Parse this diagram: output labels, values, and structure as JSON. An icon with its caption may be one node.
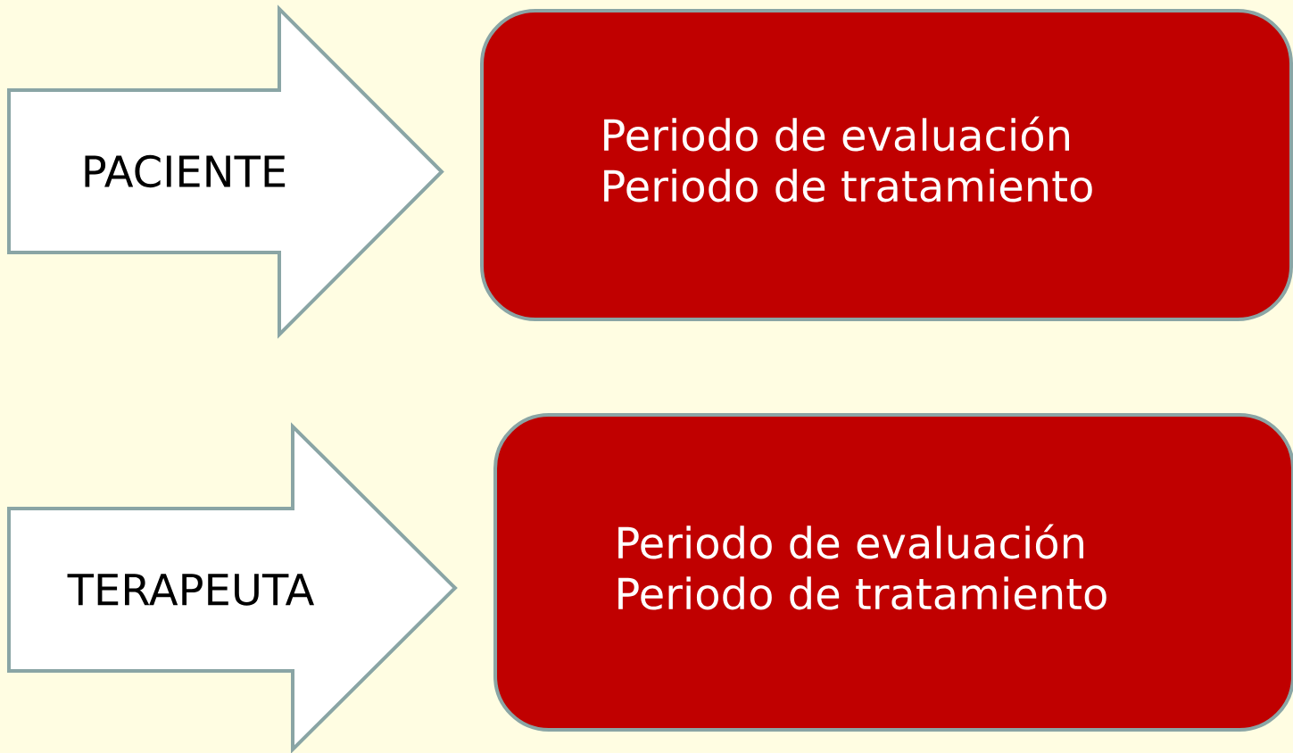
{
  "diagram": {
    "nodes": [
      {
        "text": [
          "PACIENTE"
        ]
      },
      {
        "text": [
          "Periodo de evaluación",
          "Periodo de tratamiento"
        ]
      },
      {
        "text": [
          "TERAPEUTA"
        ]
      },
      {
        "text": [
          "Periodo de evaluación",
          "Periodo de tratamiento"
        ]
      }
    ]
  }
}
